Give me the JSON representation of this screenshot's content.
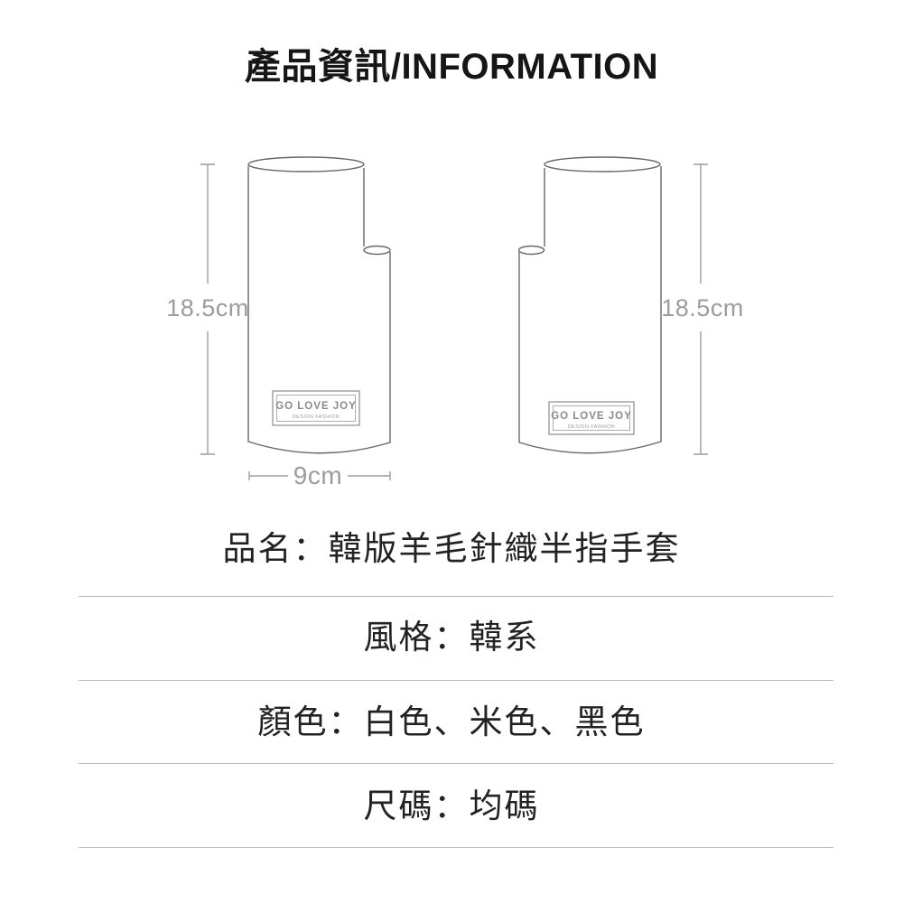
{
  "page": {
    "title": "產品資訊/INFORMATION"
  },
  "diagram": {
    "height_label": "18.5cm",
    "width_label": "9cm",
    "tag_brand": "GO LOVE JOY",
    "tag_sub": "DESIGN FASHION"
  },
  "specs": {
    "rows": [
      {
        "text": "品名：韓版羊毛針織半指手套"
      },
      {
        "text": "風格：韓系"
      },
      {
        "text": "顏色：白色、米色、黑色"
      },
      {
        "text": "尺碼：均碼"
      }
    ]
  },
  "colors": {
    "title_text": "#161616",
    "spec_text": "#222222",
    "divider": "#bcbcbc",
    "drawing_outline": "#666666",
    "dimension_gray": "#9c9c9c"
  }
}
